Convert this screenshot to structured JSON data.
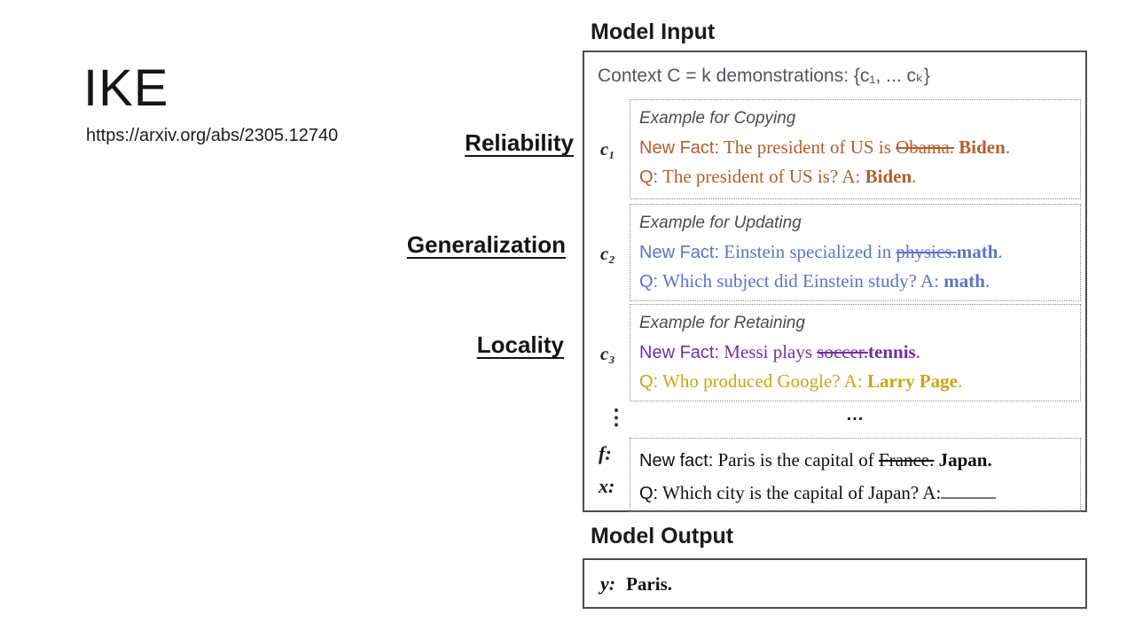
{
  "page": {
    "title": "IKE",
    "url": "https://arxiv.org/abs/2305.12740"
  },
  "criteria": {
    "reliability": "Reliability",
    "generalization": "Generalization",
    "locality": "Locality"
  },
  "model_input": {
    "heading": "Model Input",
    "context_line": "Context C = k demonstrations: {c₁, ... cₖ}"
  },
  "examples": [
    {
      "id": "c₁",
      "header": "Example for Copying",
      "color": "#b05e30",
      "q_color": "#b05e30",
      "fact_label": "New Fact:",
      "fact_pre": " The president of US is ",
      "fact_struck": "Obama.",
      "fact_new": " Biden",
      "fact_end": ".",
      "q_label": "Q:",
      "q_pre": " The president of  US is? A: ",
      "q_bold": "Biden",
      "q_end": "."
    },
    {
      "id": "c₂",
      "header": "Example for Updating",
      "color": "#5b74c8",
      "q_color": "#5b74c8",
      "fact_label": "New Fact:",
      "fact_pre": " Einstein specialized in ",
      "fact_struck": "physics.",
      "fact_new": "math",
      "fact_end": ".",
      "q_label": "Q:",
      "q_pre": " Which subject did Einstein study? A: ",
      "q_bold": "math",
      "q_end": "."
    },
    {
      "id": "c₃",
      "header": "Example for Retaining",
      "color": "#7030a0",
      "q_color": "#c7a715",
      "fact_label": "New Fact:",
      "fact_pre": " Messi plays ",
      "fact_struck": "soccer.",
      "fact_new": "tennis",
      "fact_end": ".",
      "q_label": "Q:",
      "q_pre": " Who produced Google? A: ",
      "q_bold": "Larry Page",
      "q_end": "."
    }
  ],
  "ellipsis": {
    "vertical": "⋮",
    "horizontal": "..."
  },
  "query": {
    "f_label": "f:",
    "x_label": "x:",
    "fact_label": "New fact:",
    "fact_pre": " Paris is the capital of ",
    "fact_struck": "France.",
    "fact_new": " Japan.",
    "q_label": "Q:",
    "q_text": " Which city is the capital of Japan? A:"
  },
  "model_output": {
    "heading": "Model Output",
    "y_label": "y:",
    "answer": "Paris."
  }
}
